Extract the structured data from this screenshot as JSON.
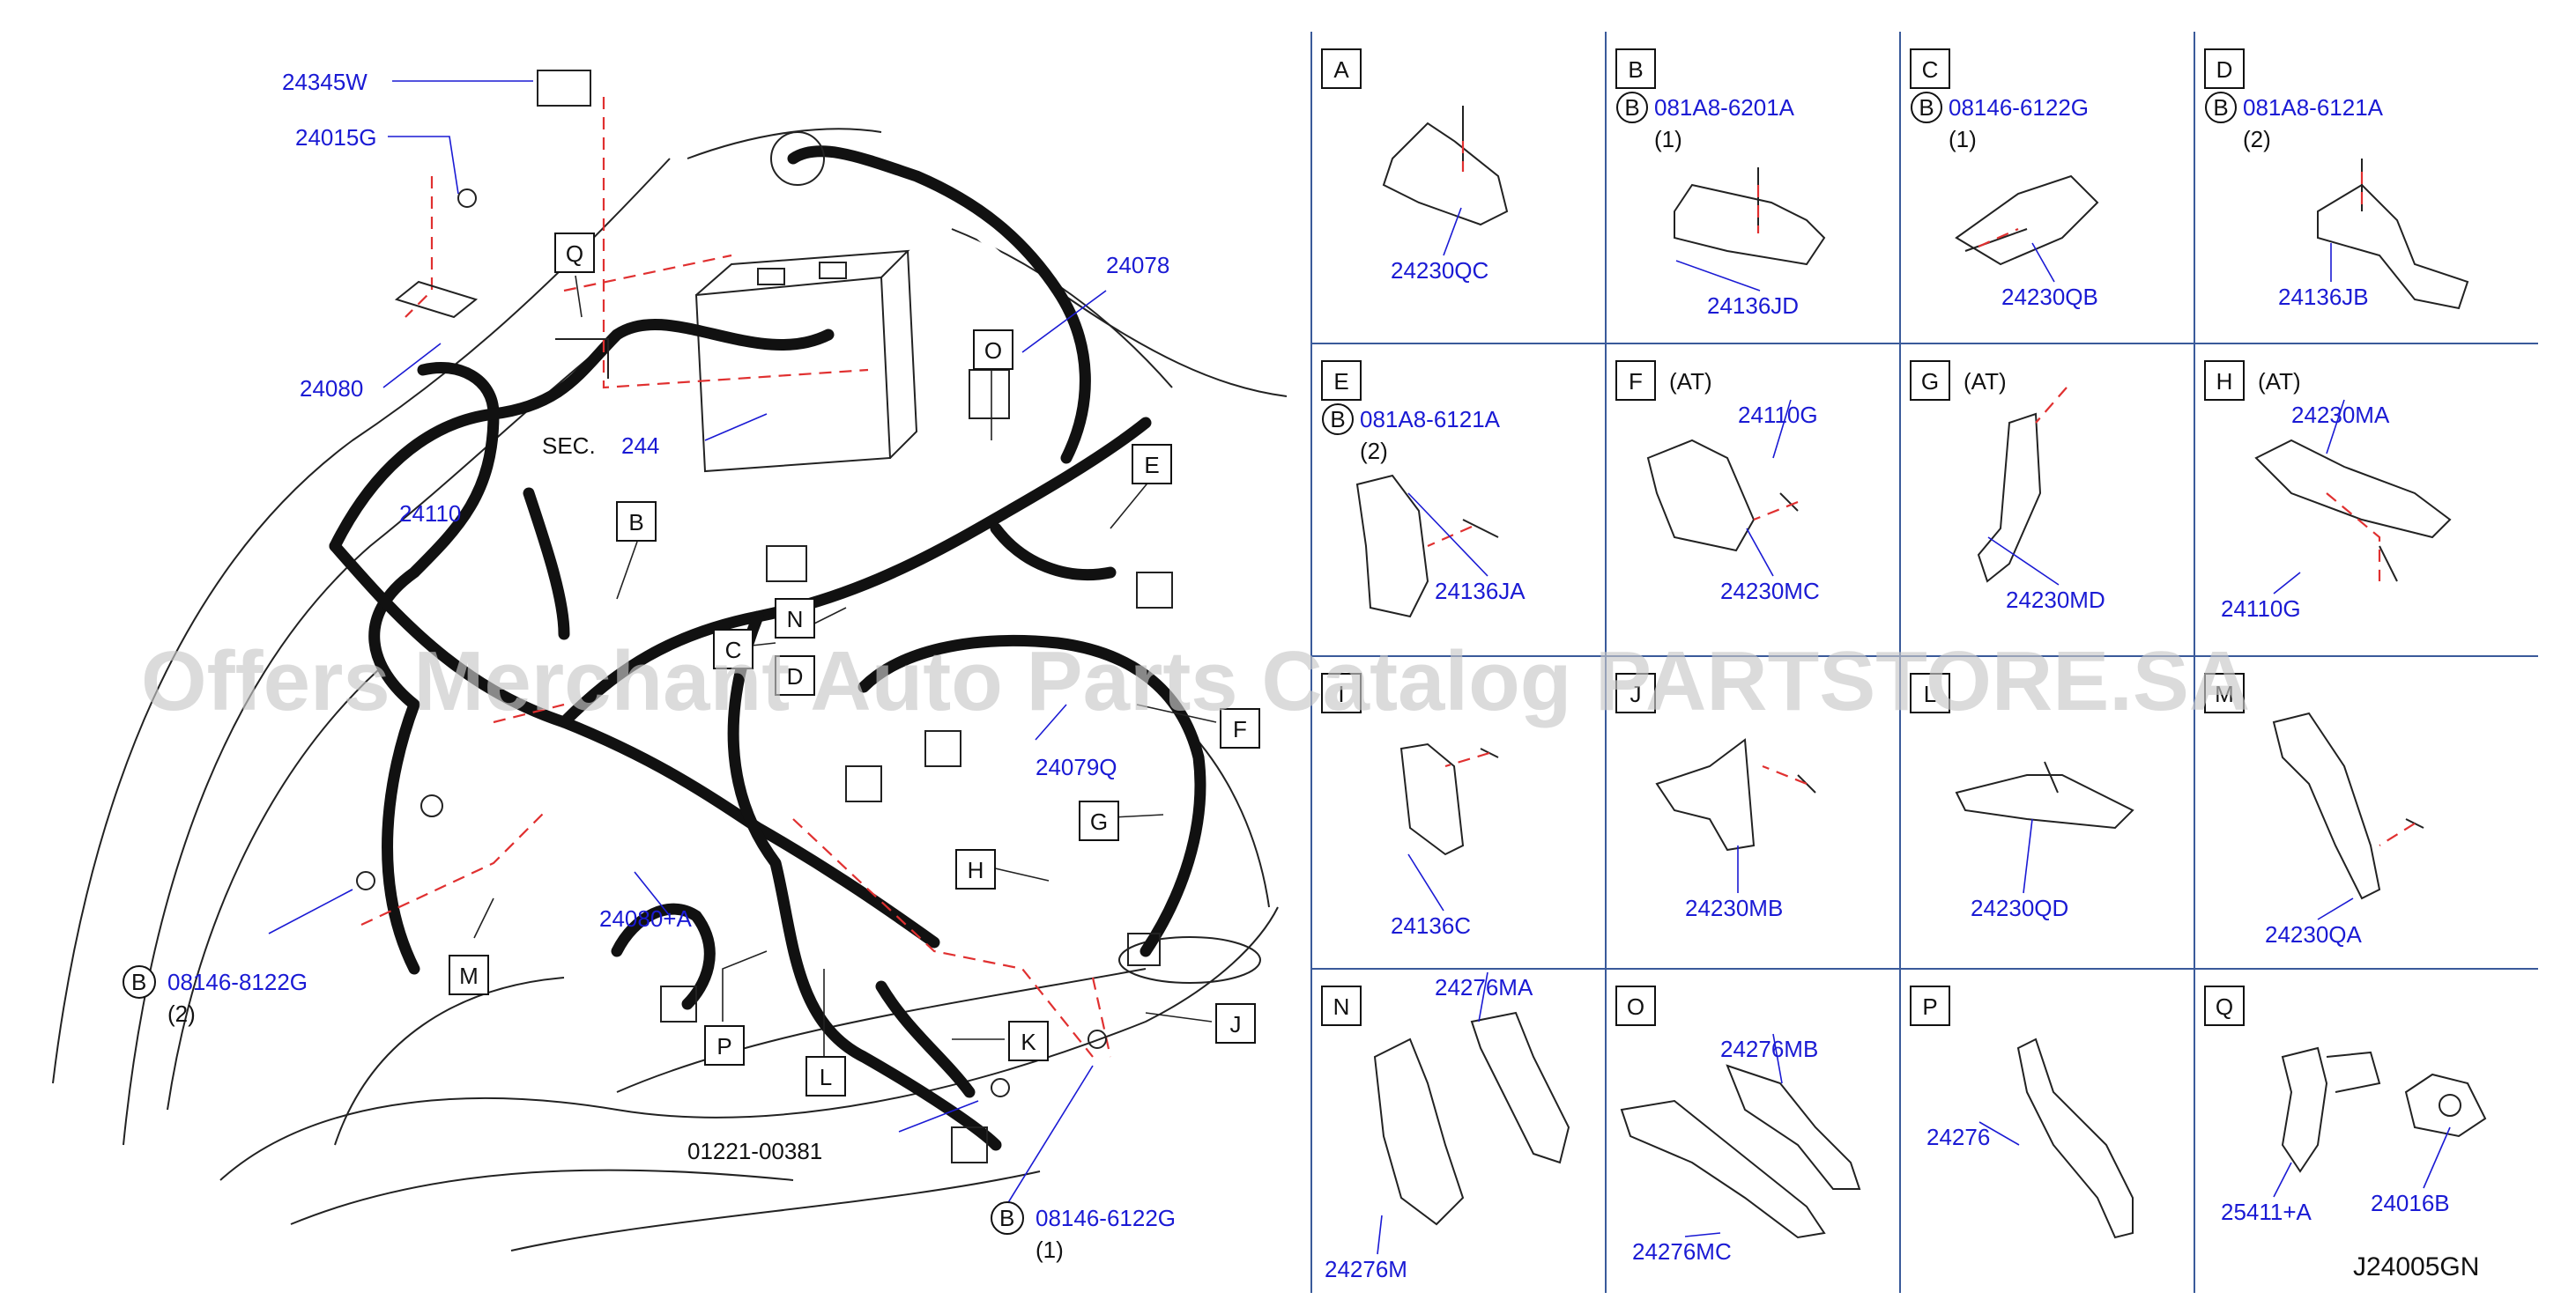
{
  "main_view": {
    "parts": {
      "p_24345W": "24345W",
      "p_24015G": "24015G",
      "p_24080": "24080",
      "p_24110": "24110",
      "p_24078": "24078",
      "p_24079Q": "24079Q",
      "p_24080A": "24080+A",
      "p_sec_label": "SEC.",
      "p_sec_num": "244",
      "p_bolt_left_code": "08146-8122G",
      "p_bolt_left_qty": "(2)",
      "p_bolt_bottom_code": "08146-6122G",
      "p_bolt_bottom_qty": "(1)",
      "p_01221": "01221-00381"
    },
    "callouts": [
      "Q",
      "B",
      "O",
      "E",
      "N",
      "C",
      "D",
      "F",
      "G",
      "H",
      "M",
      "P",
      "L",
      "K",
      "J"
    ],
    "bolt_marker": "B"
  },
  "watermark": "Offers Merchant Auto Parts Catalog PARTSTORE.SA",
  "diagram_code": "J24005GN",
  "detail_cells": [
    {
      "letter": "A",
      "qualifier": "",
      "bolt": "",
      "qty": "",
      "parts": [
        "24230QC"
      ]
    },
    {
      "letter": "B",
      "qualifier": "",
      "bolt": "081A8-6201A",
      "qty": "(1)",
      "parts": [
        "24136JD"
      ]
    },
    {
      "letter": "C",
      "qualifier": "",
      "bolt": "08146-6122G",
      "qty": "(1)",
      "parts": [
        "24230QB"
      ]
    },
    {
      "letter": "D",
      "qualifier": "",
      "bolt": "081A8-6121A",
      "qty": "(2)",
      "parts": [
        "24136JB"
      ]
    },
    {
      "letter": "E",
      "qualifier": "",
      "bolt": "081A8-6121A",
      "qty": "(2)",
      "parts": [
        "24136JA"
      ]
    },
    {
      "letter": "F",
      "qualifier": "(AT)",
      "bolt": "",
      "qty": "",
      "parts": [
        "24110G",
        "24230MC"
      ]
    },
    {
      "letter": "G",
      "qualifier": "(AT)",
      "bolt": "",
      "qty": "",
      "parts": [
        "24230MD"
      ]
    },
    {
      "letter": "H",
      "qualifier": "(AT)",
      "bolt": "",
      "qty": "",
      "parts": [
        "24230MA",
        "24110G"
      ]
    },
    {
      "letter": "I",
      "qualifier": "",
      "bolt": "",
      "qty": "",
      "parts": [
        "24136C"
      ]
    },
    {
      "letter": "J",
      "qualifier": "",
      "bolt": "",
      "qty": "",
      "parts": [
        "24230MB"
      ]
    },
    {
      "letter": "L",
      "qualifier": "",
      "bolt": "",
      "qty": "",
      "parts": [
        "24230QD"
      ]
    },
    {
      "letter": "M",
      "qualifier": "",
      "bolt": "",
      "qty": "",
      "parts": [
        "24230QA"
      ]
    },
    {
      "letter": "N",
      "qualifier": "",
      "bolt": "",
      "qty": "",
      "parts": [
        "24276MA",
        "24276M"
      ]
    },
    {
      "letter": "O",
      "qualifier": "",
      "bolt": "",
      "qty": "",
      "parts": [
        "24276MB",
        "24276MC"
      ]
    },
    {
      "letter": "P",
      "qualifier": "",
      "bolt": "",
      "qty": "",
      "parts": [
        "24276"
      ]
    },
    {
      "letter": "Q",
      "qualifier": "",
      "bolt": "",
      "qty": "",
      "parts": [
        "25411+A",
        "24016B"
      ]
    }
  ]
}
